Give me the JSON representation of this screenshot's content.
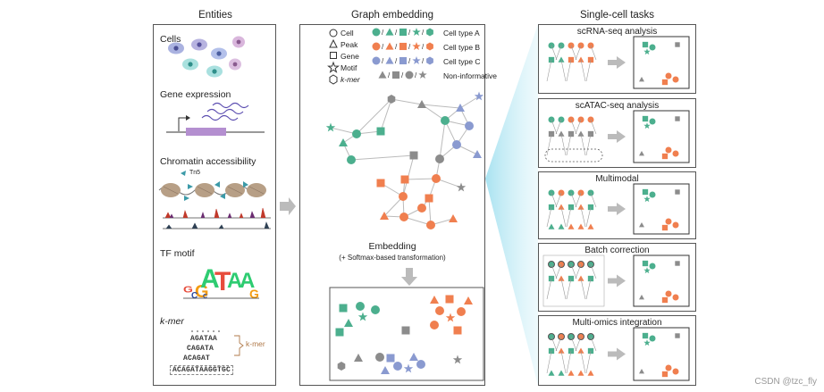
{
  "headers": {
    "entities": "Entities",
    "graph": "Graph embedding",
    "tasks": "Single-cell tasks"
  },
  "entities": {
    "cells": "Cells",
    "gene_expression": "Gene expression",
    "chromatin": "Chromatin accessibility",
    "tn5": "Tn5",
    "tf_motif": "TF motif",
    "kmer_title": "k-mer",
    "kmer_label": "k-mer",
    "motif_positions": [
      "1",
      "2",
      "3",
      "4",
      "5",
      "6",
      "7",
      "8",
      "9",
      "10"
    ],
    "seqs": [
      "AGATAA",
      "CAGATA",
      "ACAGAT",
      "ACAGATAAGGTGC"
    ]
  },
  "legend": {
    "shapes": [
      "Cell",
      "Peak",
      "Gene",
      "Motif",
      "k-mer"
    ],
    "types": [
      "Cell type A",
      "Cell type B",
      "Cell type C",
      "Non-informative"
    ],
    "colors": {
      "A": "#4caf8e",
      "B": "#f07f4f",
      "C": "#8a9ad0",
      "N": "#8c8c8c"
    }
  },
  "embedding": {
    "title": "Embedding",
    "subtitle": "(+ Softmax-based transformation)"
  },
  "tasks": [
    "scRNA-seq analysis",
    "scATAC-seq analysis",
    "Multimodal",
    "Batch correction",
    "Multi-omics integration"
  ],
  "watermark": "CSDN @tzc_fly"
}
